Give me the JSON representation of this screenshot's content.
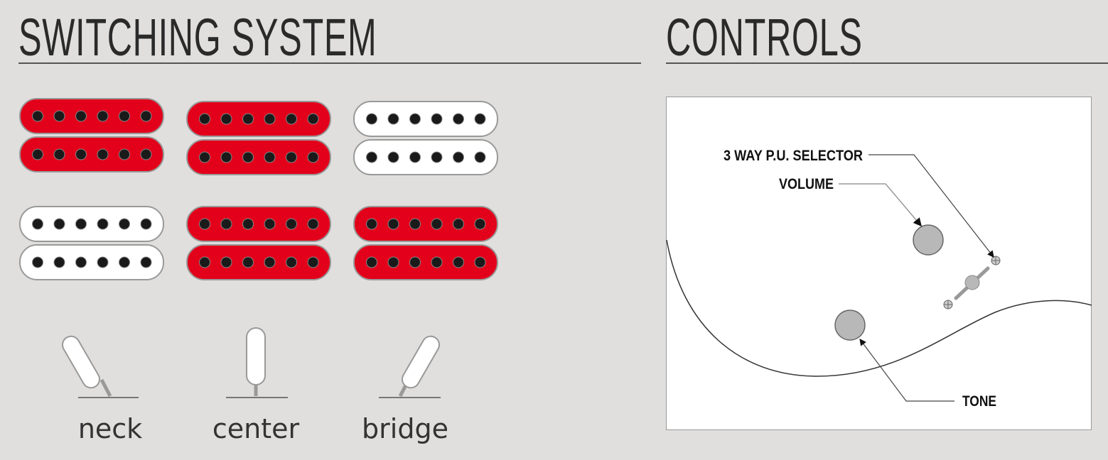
{
  "switching": {
    "title": "SWITCHING SYSTEM",
    "positions": [
      {
        "label": "neck",
        "pickups": [
          "red",
          "white"
        ]
      },
      {
        "label": "center",
        "pickups": [
          "red",
          "red"
        ]
      },
      {
        "label": "bridge",
        "pickups": [
          "white",
          "red"
        ]
      }
    ],
    "colors": {
      "active": "#e2001a",
      "inactive": "#ffffff"
    }
  },
  "controls": {
    "title": "CONTROLS",
    "labels": {
      "selector": "3 WAY P.U. SELECTOR",
      "volume": "VOLUME",
      "tone": "TONE"
    }
  }
}
